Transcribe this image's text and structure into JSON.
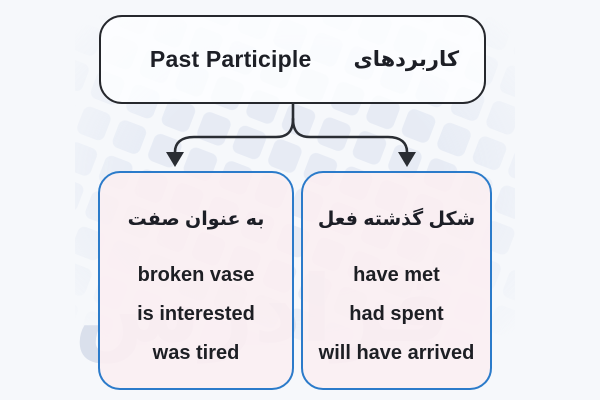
{
  "root_node": {
    "title_en": "Past Participle",
    "title_fa": "کاربردهای"
  },
  "branches": [
    {
      "heading_fa": "به عنوان صفت",
      "examples": [
        "broken vase",
        "is interested",
        "was tired"
      ]
    },
    {
      "heading_fa": "شکل گذشته فعل",
      "examples": [
        "have met",
        "had spent",
        "will have arrived"
      ]
    }
  ],
  "watermark": {
    "text": "فرادرس"
  },
  "colors": {
    "background": "#f6f8fb",
    "root_border": "#26282d",
    "branch_border": "#2b7bca",
    "branch_fill": "#fbeef2",
    "arrow": "#2a2d33",
    "text": "#1d1f26",
    "watermark_tile": "#dbe2f0",
    "watermark_word": "#d6dcea"
  }
}
